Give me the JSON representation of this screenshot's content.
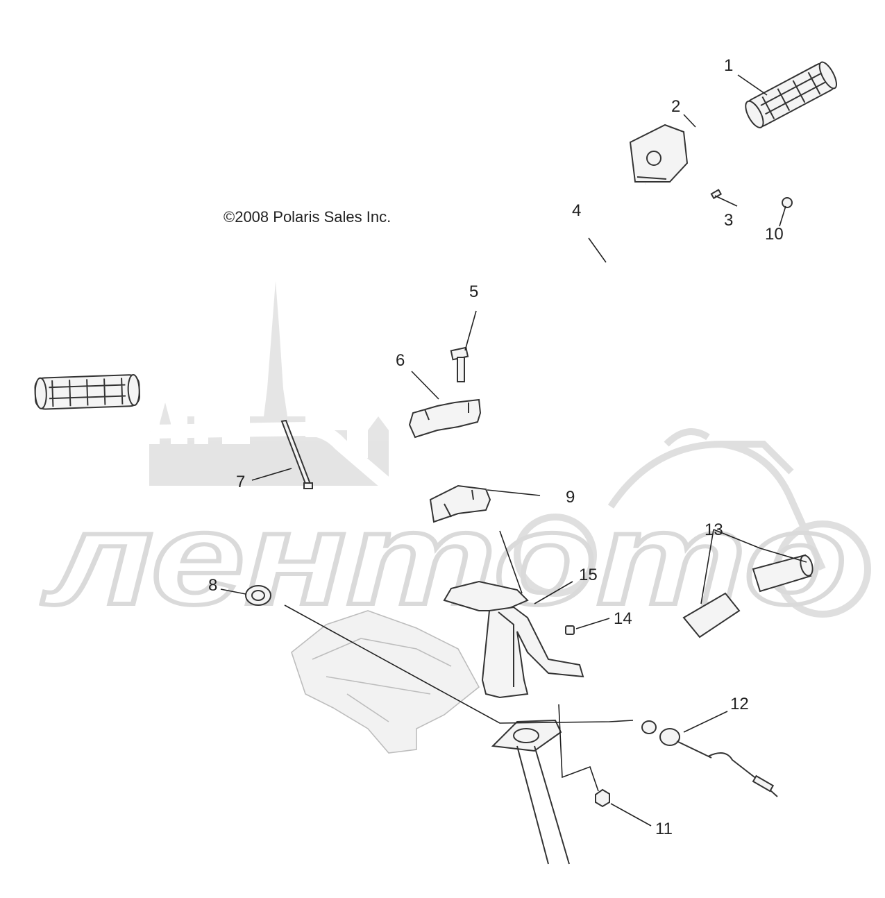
{
  "copyright": "©2008 Polaris Sales Inc.",
  "watermark_logo": "лентото",
  "callouts": [
    "1",
    "2",
    "3",
    "4",
    "5",
    "6",
    "7",
    "8",
    "9",
    "10",
    "11",
    "12",
    "13",
    "14",
    "15"
  ],
  "colors": {
    "line": "#333333",
    "watermark": "#d6d6d6",
    "ghost": "#bdbdbd"
  }
}
